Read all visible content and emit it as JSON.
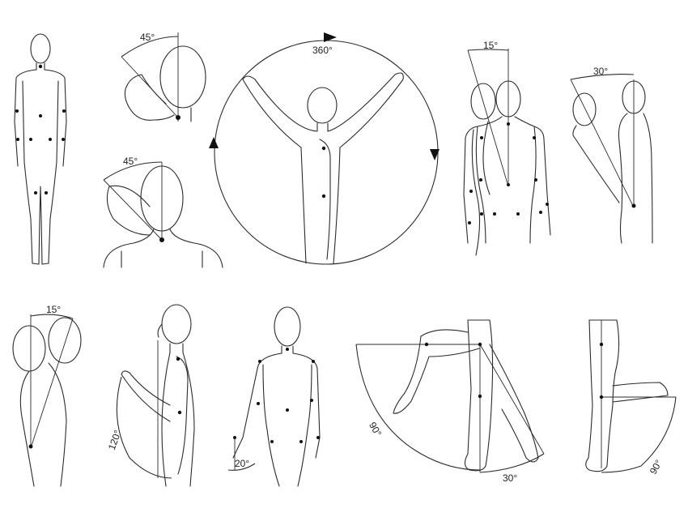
{
  "angles": [
    {
      "id": "head_forward",
      "label": "45°"
    },
    {
      "id": "head_side",
      "label": "45°"
    },
    {
      "id": "full_rotation",
      "label": "360°"
    },
    {
      "id": "torso_side",
      "label": "15°"
    },
    {
      "id": "torso_forward",
      "label": "30°"
    },
    {
      "id": "back_bend",
      "label": "15°"
    },
    {
      "id": "arm_forward",
      "label": "120°"
    },
    {
      "id": "wrist_bend",
      "label": "20°"
    },
    {
      "id": "leg_front_lift",
      "label": "90°"
    },
    {
      "id": "leg_back_swing",
      "label": "30°"
    },
    {
      "id": "knee_bend",
      "label": "90°"
    }
  ]
}
